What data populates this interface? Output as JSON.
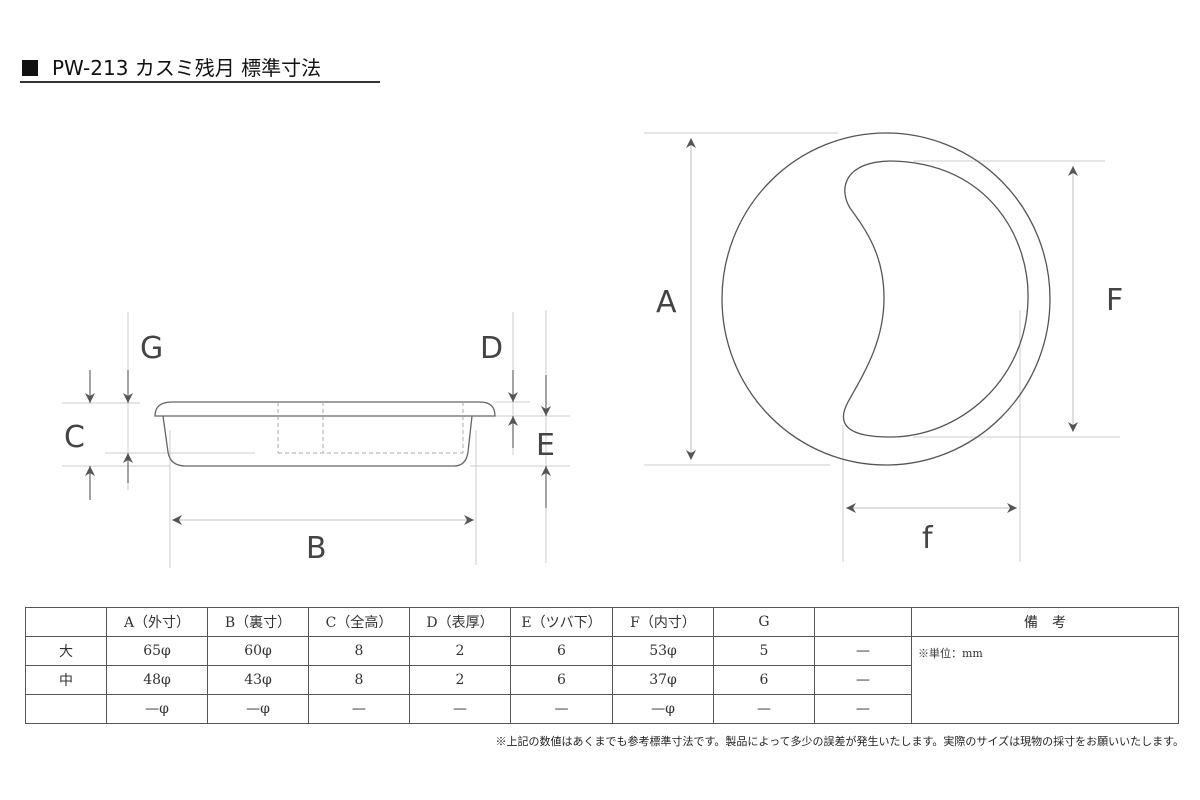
{
  "title": {
    "model": "PW-213",
    "name": "カスミ残月",
    "subtitle": "標準寸法",
    "full": "PW-213 カスミ残月 標準寸法"
  },
  "diagram": {
    "side_view_labels": {
      "G": "G",
      "C": "C",
      "D": "D",
      "E": "E",
      "B": "B"
    },
    "top_view_labels": {
      "A": "A",
      "F": "F",
      "f": "f"
    }
  },
  "table": {
    "headers": [
      "",
      "A（外寸）",
      "B（裏寸）",
      "C（全高）",
      "D（表厚）",
      "E（ツバ下）",
      "F（内寸）",
      "G",
      "",
      "備　考"
    ],
    "rows": [
      {
        "size": "大",
        "values": [
          "65φ",
          "60φ",
          "8",
          "2",
          "6",
          "53φ",
          "5",
          "—"
        ]
      },
      {
        "size": "中",
        "values": [
          "48φ",
          "43φ",
          "8",
          "2",
          "6",
          "37φ",
          "6",
          "—"
        ]
      },
      {
        "size": "",
        "values": [
          "—φ",
          "—φ",
          "—",
          "—",
          "—",
          "—φ",
          "—",
          "—"
        ]
      }
    ],
    "note": "※単位：mm"
  },
  "footnote": "※上記の数値はあくまでも参考標準寸法です。製品によって多少の誤差が発生いたします。実際のサイズは現物の採寸をお願いいたします。"
}
